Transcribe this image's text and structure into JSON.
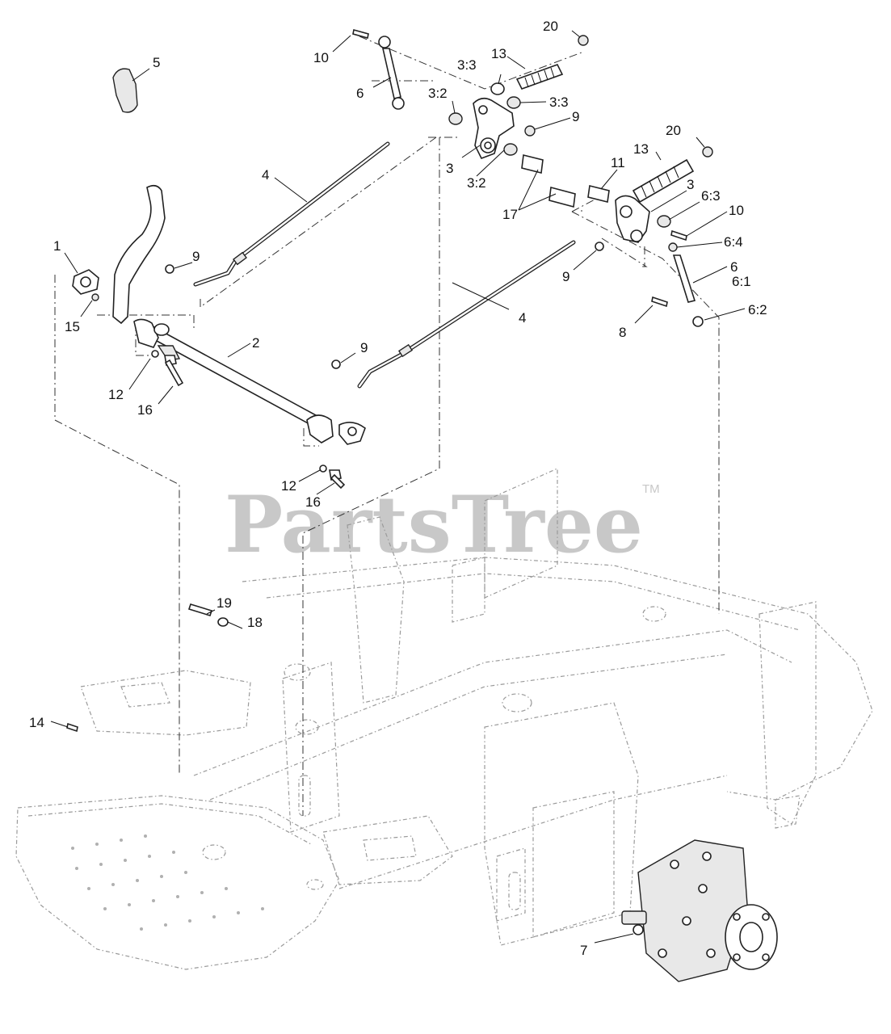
{
  "watermark": {
    "brand": "PartsTree",
    "trademark": "TM"
  },
  "callouts": {
    "c1": "1",
    "c2": "2",
    "c3a": "3",
    "c3b": "3",
    "c3_2a": "3:2",
    "c3_2b": "3:2",
    "c3_3a": "3:3",
    "c3_3b": "3:3",
    "c4a": "4",
    "c4b": "4",
    "c5": "5",
    "c6a": "6",
    "c6b": "6",
    "c6_1": "6:1",
    "c6_2": "6:2",
    "c6_3": "6:3",
    "c6_4": "6:4",
    "c7": "7",
    "c8": "8",
    "c9a": "9",
    "c9b": "9",
    "c9c": "9",
    "c9d": "9",
    "c10a": "10",
    "c10b": "10",
    "c11": "11",
    "c12a": "12",
    "c12b": "12",
    "c13a": "13",
    "c13b": "13",
    "c14": "14",
    "c15": "15",
    "c16a": "16",
    "c16b": "16",
    "c17": "17",
    "c18": "18",
    "c19": "19",
    "c20a": "20",
    "c20b": "20"
  }
}
